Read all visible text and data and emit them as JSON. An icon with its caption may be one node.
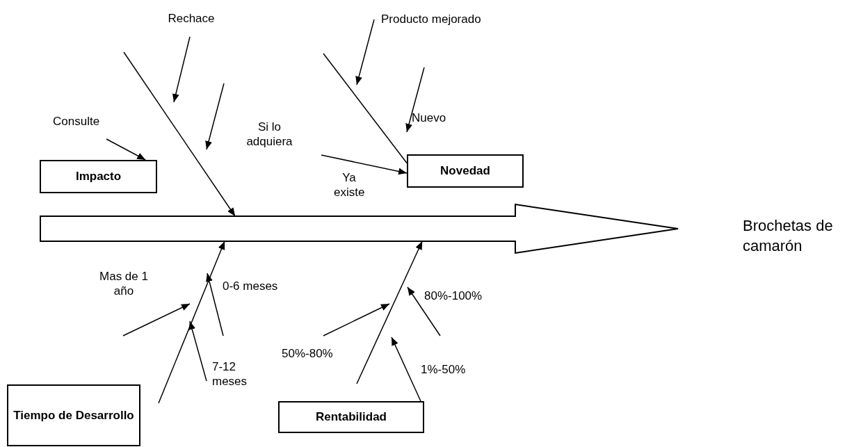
{
  "diagram": {
    "nodes": [
      {
        "text": [
          "Impacto"
        ]
      },
      {
        "text": [
          "Novedad"
        ]
      },
      {
        "text": [],
        "shape": "arrow"
      },
      {
        "text": [
          "Tiempo de Desarrollo"
        ]
      },
      {
        "text": [
          "Rentabilidad"
        ]
      }
    ],
    "edges": [
      {
        "from": null,
        "to": 2,
        "arrow": "to"
      },
      {
        "from": null,
        "to": 1,
        "arrow": "none"
      },
      {
        "from": null,
        "to": 2,
        "arrow": "to"
      },
      {
        "from": null,
        "to": 2,
        "arrow": "to"
      },
      {
        "from": 4,
        "to": null,
        "arrow": "to"
      },
      {
        "from": null,
        "to": 0,
        "arrow": "to"
      },
      {
        "from": null,
        "to": 1,
        "arrow": "to"
      }
    ],
    "labels": [
      "Rechace",
      "Producto mejorado",
      "Consulte",
      "Si lo adquiera",
      "Nuevo",
      "Ya existe",
      "Brochetas de camarón",
      "Mas de 1 año",
      "0-6 meses",
      "80%-100%",
      "50%-80%",
      "7-12 meses",
      "1%-50%"
    ]
  }
}
